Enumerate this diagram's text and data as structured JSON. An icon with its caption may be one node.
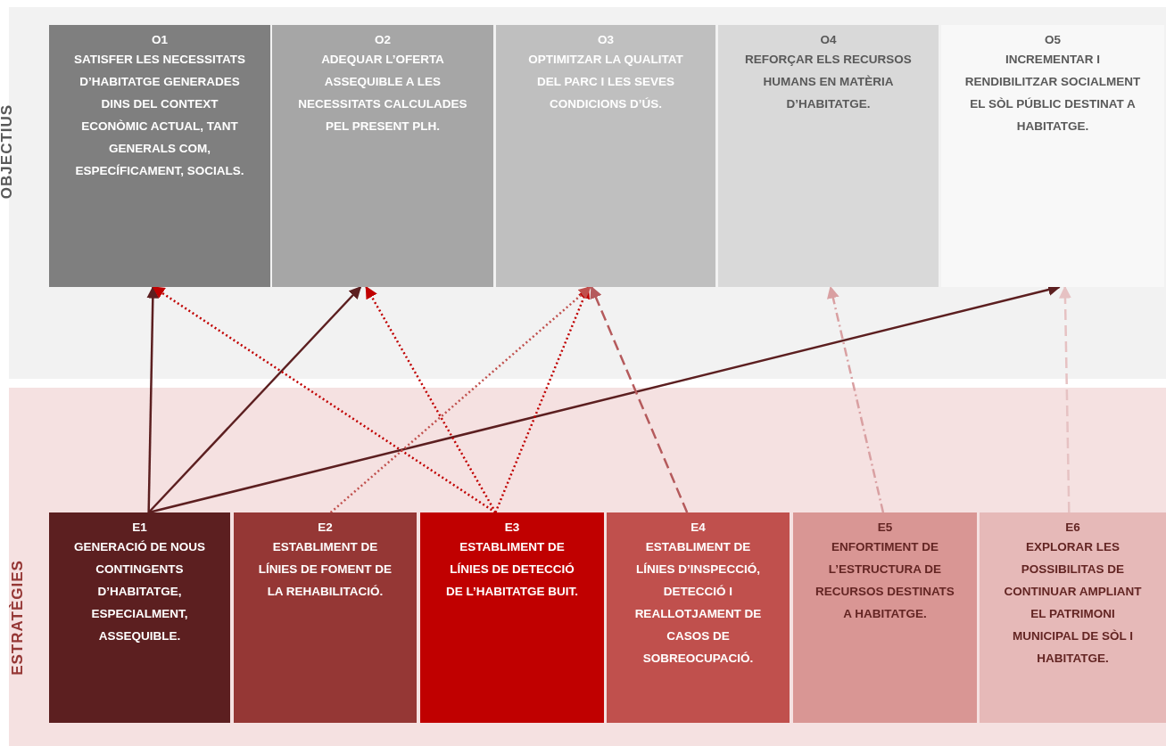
{
  "diagram": {
    "nodes": [
      {
        "text": [
          "OBJECTIUS"
        ]
      },
      {
        "text": [
          "O1",
          "SATISFER LES NECESSITATS D’HABITATGE GENERADES DINS DEL CONTEXT ECONÒMIC ACTUAL, TANT GENERALS COM, ESPECÍFICAMENT, SOCIALS."
        ],
        "in": 0
      },
      {
        "text": [
          "O2",
          "ADEQUAR L’OFERTA ASSEQUIBLE A LES NECESSITATS CALCULADES PEL PRESENT PLH."
        ],
        "in": 0
      },
      {
        "text": [
          "O3",
          "OPTIMITZAR LA QUALITAT DEL PARC I LES SEVES CONDICIONS D’ÚS."
        ],
        "in": 0
      },
      {
        "text": [
          "O4",
          "REFORÇAR ELS RECURSOS HUMANS EN MATÈRIA D’HABITATGE."
        ],
        "in": 0
      },
      {
        "text": [
          "O5",
          "INCREMENTAR I RENDIBILITZAR SOCIALMENT EL SÒL PÚBLIC DESTINAT A HABITATGE."
        ],
        "in": 0
      },
      {
        "text": [
          "ESTRATÈGIES"
        ]
      },
      {
        "text": [
          "E1",
          "GENERACIÓ DE NOUS CONTINGENTS D’HABITATGE, ESPECIALMENT, ASSEQUIBLE."
        ],
        "in": 6
      },
      {
        "text": [
          "E2",
          "ESTABLIMENT DE LÍNIES DE FOMENT DE LA REHABILITACIÓ."
        ],
        "in": 6
      },
      {
        "text": [
          "E3",
          "ESTABLIMENT DE LÍNIES DE DETECCIÓ DE L’HABITATGE BUIT."
        ],
        "in": 6
      },
      {
        "text": [
          "E4",
          "ESTABLIMENT DE LÍNIES D’INSPECCIÓ, DETECCIÓ I REALLOTJAMENT DE CASOS DE SOBREOCUPACIÓ."
        ],
        "in": 6
      },
      {
        "text": [
          "E5",
          "ENFORTIMENT DE L’ESTRUCTURA DE RECURSOS DESTINATS A HABITATGE."
        ],
        "in": 6
      },
      {
        "text": [
          "E6",
          "EXPLORAR LES POSSIBILITAS DE CONTINUAR AMPLIANT EL PATRIMONI MUNICIPAL DE SÒL I HABITATGE."
        ],
        "in": 6
      }
    ],
    "edges": [
      {
        "from": 7,
        "to": 1,
        "arrow": "to",
        "color": "#5c1f20"
      },
      {
        "from": 7,
        "to": 2,
        "arrow": "to",
        "color": "#5c1f20"
      },
      {
        "from": 7,
        "to": 5,
        "arrow": "to",
        "color": "#5c1f20"
      },
      {
        "from": 9,
        "to": 1,
        "arrow": "to",
        "style": "dashed",
        "color": "#c00000"
      },
      {
        "from": 9,
        "to": 2,
        "arrow": "to",
        "style": "dashed",
        "color": "#c00000"
      },
      {
        "from": 9,
        "to": 3,
        "arrow": "to",
        "style": "dashed",
        "color": "#c00000"
      },
      {
        "from": 8,
        "to": 3,
        "arrow": "to",
        "style": "dashed",
        "color": "#c0504d"
      },
      {
        "from": 10,
        "to": 3,
        "arrow": "to",
        "style": "dashed",
        "color": "#b55a5c"
      },
      {
        "from": 11,
        "to": 4,
        "arrow": "to",
        "style": "dashed",
        "color": "#d9a0a2"
      },
      {
        "from": 12,
        "to": 5,
        "arrow": "to",
        "style": "dashed",
        "color": "#e6c2c3"
      }
    ]
  }
}
